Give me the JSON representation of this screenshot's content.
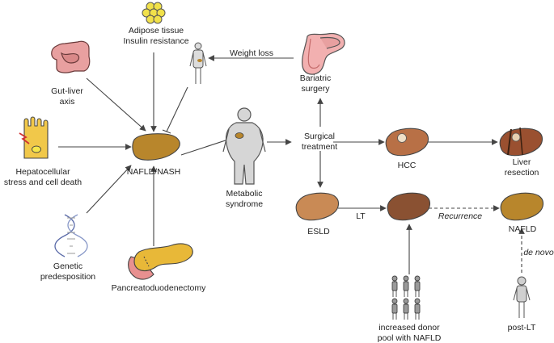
{
  "labels": {
    "adipose": [
      "Adipose tissue",
      "Insulin resistance"
    ],
    "weight_loss": "Weight loss",
    "bariatric": [
      "Bariatric",
      "surgery"
    ],
    "gut_liver": [
      "Gut-liver",
      "axis"
    ],
    "hepatocellular": [
      "Hepatocellular",
      "stress and cell death"
    ],
    "nafld_nash": "NAFLD/NASH",
    "metabolic": [
      "Metabolic",
      "syndrome"
    ],
    "surgical": [
      "Surgical",
      "treatment"
    ],
    "hcc": "HCC",
    "liver_resection": [
      "Liver",
      "resection"
    ],
    "esld": "ESLD",
    "lt": "LT",
    "recurrence": "Recurrence",
    "nafld": "NAFLD",
    "genetic": [
      "Genetic",
      "predesposition"
    ],
    "pancreato": "Pancreatoduodenectomy",
    "de_novo": "de novo",
    "donor_pool": [
      "increased donor",
      "pool with NAFLD"
    ],
    "post_lt": "post-LT"
  },
  "colors": {
    "liver_fatty": "#b8862c",
    "liver_esld": "#c98a55",
    "liver_transplant": "#8a5132",
    "liver_hcc": "#b87046",
    "arrow": "#444444",
    "adipose": "#f1e14a",
    "body_fill": "#d6d6d6",
    "stomach": "#e8a0a0",
    "pancreas": "#e8b838"
  },
  "icons": {
    "adipose": "adipose-icon",
    "gut": "intestine-icon",
    "hepatocyte": "hepatocyte-icon",
    "dna": "dna-icon",
    "pancreas": "pancreas-icon",
    "stomach": "stomach-icon",
    "small_person": "person-icon",
    "obese_person": "obese-person-icon",
    "people": "people-group-icon",
    "post_lt_person": "person-icon"
  }
}
